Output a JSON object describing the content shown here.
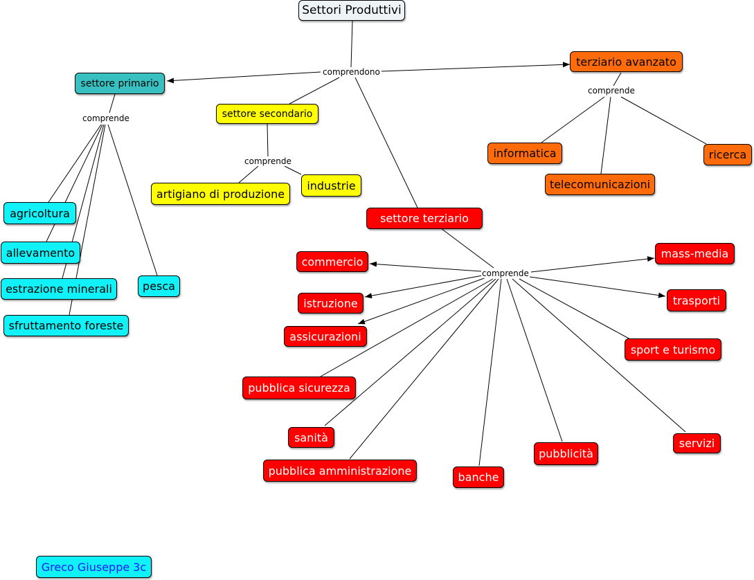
{
  "root": "Settori Produttivi",
  "link_labels": {
    "root": "comprendono",
    "primario": "comprende",
    "secondario": "comprende",
    "avanzato": "comprende",
    "terziario": "comprende"
  },
  "primario": {
    "title": "settore primario",
    "items": [
      "agricoltura",
      "allevamento",
      "estrazione minerali",
      "sfruttamento foreste",
      "pesca"
    ]
  },
  "secondario": {
    "title": "settore secondario",
    "items": [
      "artigiano di produzione",
      "industrie"
    ]
  },
  "avanzato": {
    "title": "terziario avanzato",
    "items": [
      "informatica",
      "telecomunicazioni",
      "ricerca"
    ]
  },
  "terziario": {
    "title": "settore terziario",
    "items": [
      "commercio",
      "istruzione",
      "assicurazioni",
      "pubblica sicurezza",
      "sanità",
      "pubblica amministrazione",
      "banche",
      "pubblicità",
      "servizi",
      "sport e turismo",
      "trasporti",
      "mass-media"
    ]
  },
  "author": "Greco Giuseppe 3c",
  "colors": {
    "root": "#eef3f6",
    "primario_title": "#38c0c0",
    "primario_items": "#10f2f8",
    "secondario": "#ffff00",
    "avanzato": "#ff6a0a",
    "terziario": "#ff0000"
  }
}
